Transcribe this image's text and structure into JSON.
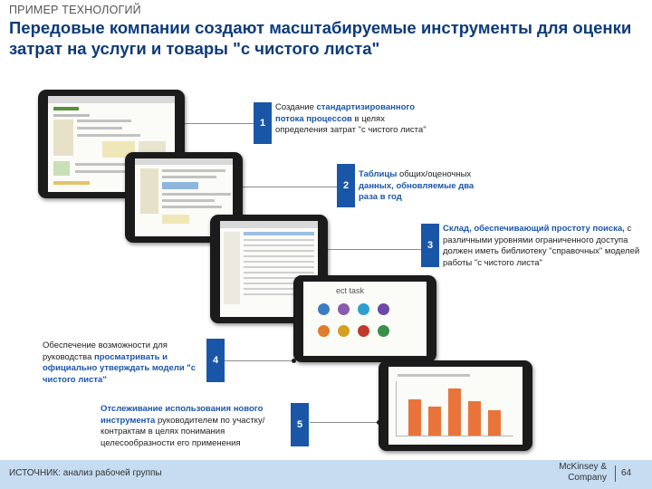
{
  "header": {
    "kicker": "ПРИМЕР ТЕХНОЛОГИЙ",
    "title": "Передовые компании создают масштабируемые инструменты для оценки затрат на услуги и товары \"с чистого листа\""
  },
  "items": [
    {
      "num": "1",
      "pre": "Создание ",
      "hl": "стандартизированного потока процессов",
      "post": " в целях определения затрат \"с чистого листа\""
    },
    {
      "num": "2",
      "hl1": "Таблицы",
      "mid": " общих/оценочных ",
      "hl2": "данных, обновляемые два раза в год"
    },
    {
      "num": "3",
      "hl": "Склад, обеспечивающий простоту поиска,",
      "post": " с различными уровнями ограниченного доступа должен иметь библиотеку \"справочных\" моделей работы \"с чистого листа\""
    },
    {
      "num": "4",
      "pre": "Обеспечение возможности для руководства ",
      "hl": "просматривать и официально утверждать модели \"с чистого листа\""
    },
    {
      "num": "5",
      "hl": "Отслеживание использования нового инструмента",
      "post": " руководителем по участку/ контрактам в целях понимания целесообразности его применения"
    }
  ],
  "tablet4": {
    "screen_title": "ect task"
  },
  "footer": {
    "source": "ИСТОЧНИК: анализ рабочей группы",
    "brand_line1": "McKinsey &",
    "brand_line2": "Company",
    "page": "64"
  },
  "colors": {
    "accent": "#1a56a8",
    "title": "#0d3b7a",
    "footer_bg": "#c6dcf1",
    "chart_bar": "#e8743b"
  },
  "icons": [
    "tablet-device-icon"
  ]
}
